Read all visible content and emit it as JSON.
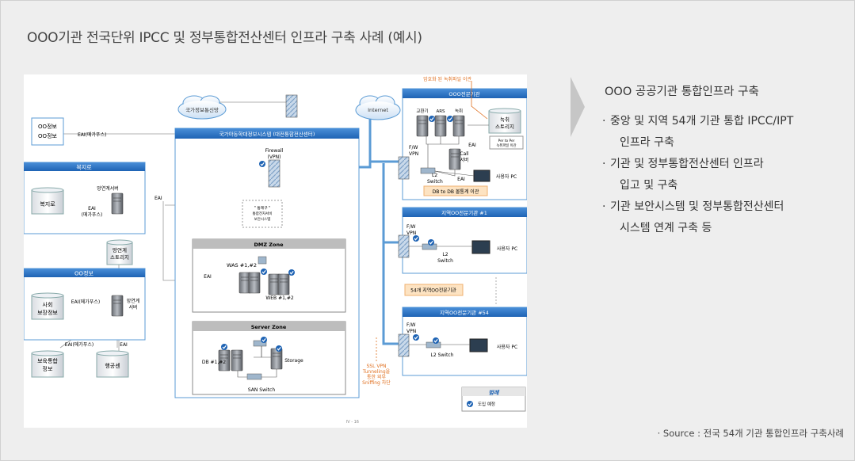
{
  "title": "OOO기관 전국단위 IPCC 및 정부통합전산센터 인프라 구축 사례 (예시)",
  "panel": {
    "heading": "OOO 공공기관 통합인프라 구축",
    "bullets": [
      {
        "l1": "중앙 및 지역 54개 기관 통합 IPCC/IPT",
        "l2": "인프라 구축"
      },
      {
        "l1": "기관 및 정부통합전산센터 인프라",
        "l2": "입고 및 구축"
      },
      {
        "l1": "기관 보안시스템 및 정부통합전산센터",
        "l2": "시스템 연계 구축 등"
      }
    ]
  },
  "source": "· Source : 전국 54개 기관 통합인프라 구축사례",
  "colors": {
    "accent": "#1e6fc0",
    "line": "#5b9bd5"
  },
  "diagram": {
    "top_note": "암호화 된 녹취파일 이관",
    "cloud_left": "국가정보통신망",
    "cloud_right": "Internet",
    "left_top_box": [
      "OO정보",
      "OO정보"
    ],
    "eai_left": "EAI(메가푸스)",
    "bokjiro": {
      "header": "복지로",
      "db": "복지로",
      "server": "망연계서버",
      "eai": "EAI",
      "eai_mega": [
        "EAI",
        "(메가푸스)"
      ]
    },
    "storage_mid": [
      "망연계",
      "스토리지"
    ],
    "oo_info": {
      "header": "OO정보",
      "db": [
        "사회",
        "보장정보"
      ],
      "eai": "EAI(메가푸스)",
      "server": [
        "망연계",
        "서버"
      ]
    },
    "bottom_left": {
      "eai_mega": "EAI(메가푸스)",
      "eai": "EAI",
      "db1": [
        "보육통합",
        "정보"
      ],
      "db2": "행공센"
    },
    "center": {
      "header": "국가아동학대정보시스템 (대전통합전산센터)",
      "firewall": [
        "Firewall",
        "(VPN)"
      ],
      "security": [
        "\" 통제구 \"",
        "통합전자서비",
        "보안시스템"
      ],
      "dmz": {
        "header": "DMZ Zone",
        "was": "WAS #1,#2",
        "web": "WEB #1,#2",
        "eai": "EAI"
      },
      "server_zone": {
        "header": "Server Zone",
        "db": "DB #1,#2",
        "storage": "Storage",
        "san": "SAN Switch"
      }
    },
    "ssl_note": [
      "SSL VPN",
      "Tunneling을",
      "통한 외부",
      "Sniffing 차단"
    ],
    "ooo": {
      "header": "OOO전문기관",
      "fw": [
        "F/W",
        "VPN"
      ],
      "s1": "교환기",
      "s2": "ARS",
      "s3": "녹취",
      "storage": [
        "녹취",
        "스토리지"
      ],
      "note": [
        "Per to Per",
        "녹취파일 이관"
      ],
      "eai": "EAI",
      "call": [
        "Call",
        "서버"
      ],
      "switch": [
        "L2",
        "Switch"
      ],
      "eai2": "EAI",
      "pc": "사용자 PC",
      "db_note": "DB to DB 볼통계 이관"
    },
    "region1": {
      "header": "지역OO전문기관 #1",
      "fw": [
        "F/W",
        "VPN"
      ],
      "switch": [
        "L2",
        "Switch"
      ],
      "pc": "사용자 PC"
    },
    "region_mid": "54개 지역OO전문기관",
    "region54": {
      "header": "지역OO전문기관 #54",
      "fw": [
        "F/W",
        "VPN"
      ],
      "switch": "L2 Switch",
      "pc": "사용자 PC"
    },
    "legend": {
      "title": "범례",
      "item": "도입 예정"
    },
    "page": "Ⅳ - 16"
  }
}
